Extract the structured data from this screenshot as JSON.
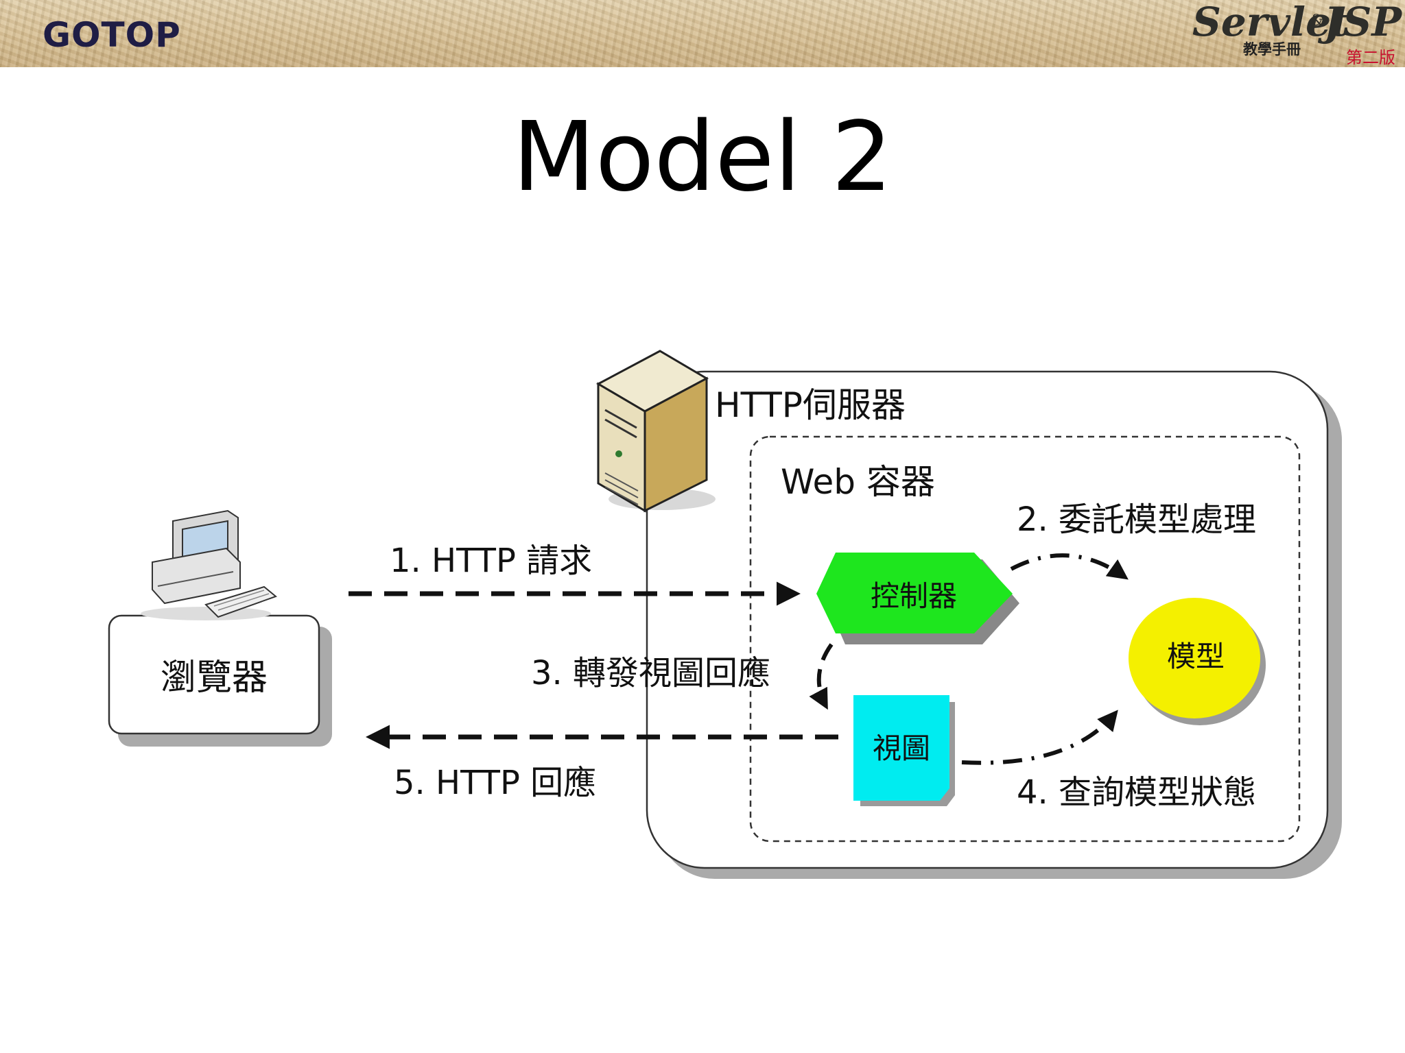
{
  "header": {
    "publisher_logo": "GOTOP",
    "book_logo": {
      "main": "Servlet",
      "amp": "&",
      "jsp": "JSP",
      "subtitle": "教學手冊",
      "edition": "第二版"
    }
  },
  "slide_title": "Model 2",
  "diagram": {
    "nodes": {
      "browser": "瀏覽器",
      "http_server": "HTTP伺服器",
      "web_container": "Web 容器",
      "controller": "控制器",
      "model": "模型",
      "view": "視圖"
    },
    "steps": {
      "step1": "1. HTTP 請求",
      "step2": "2. 委託模型處理",
      "step3": "3. 轉發視圖回應",
      "step4": "4. 查詢模型狀態",
      "step5": "5. HTTP 回應"
    },
    "colors": {
      "controller": "#1ee61e",
      "model": "#f4f000",
      "view": "#00ecf0",
      "text": "#111111"
    },
    "icons": [
      "desktop-computer-icon",
      "server-tower-icon"
    ]
  }
}
